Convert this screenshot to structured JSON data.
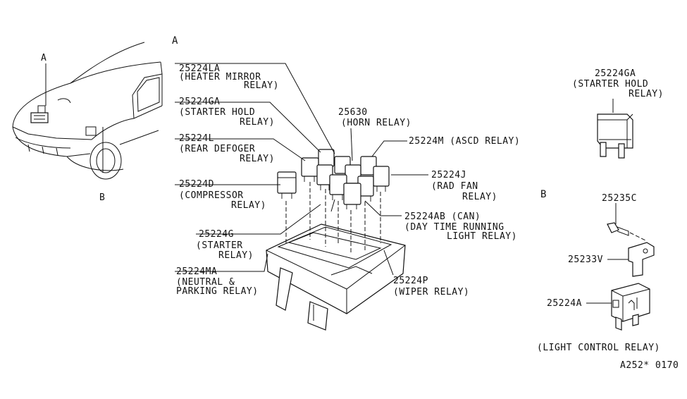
{
  "views": {
    "a": "A",
    "b": "B",
    "car_a": "A",
    "car_b": "B"
  },
  "labels": {
    "p25224la": [
      "25224LA",
      "(HEATER MIRROR",
      "RELAY)"
    ],
    "p25224ga_main": [
      "25224GA",
      "(STARTER HOLD",
      "RELAY)"
    ],
    "p25224l": [
      "25224L",
      "(REAR DEFOGER",
      "RELAY)"
    ],
    "p25224d": [
      "25224D",
      "(COMPRESSOR",
      "RELAY)"
    ],
    "p25224g": [
      "25224G",
      "(STARTER",
      "RELAY)"
    ],
    "p25224ma": [
      "25224MA",
      "(NEUTRAL &",
      "PARKING RELAY)"
    ],
    "p25630": [
      "25630",
      "(HORN RELAY)"
    ],
    "p25224m": [
      "25224M (ASCD RELAY)"
    ],
    "p25224j": [
      "25224J",
      "(RAD FAN",
      "RELAY)"
    ],
    "p25224ab": [
      "25224AB (CAN)",
      "(DAY TIME RUNNING",
      "LIGHT RELAY)"
    ],
    "p25224p": [
      "25224P",
      "(WIPER RELAY)"
    ],
    "p25224ga_side": [
      "25224GA",
      "(STARTER HOLD",
      "RELAY)"
    ],
    "p25235c": [
      "25235C"
    ],
    "p25233v": [
      "25233V"
    ],
    "p25224a": [
      "25224A"
    ],
    "light_control": [
      "(LIGHT CONTROL RELAY)"
    ]
  },
  "drawing_code": "A252* 0170"
}
